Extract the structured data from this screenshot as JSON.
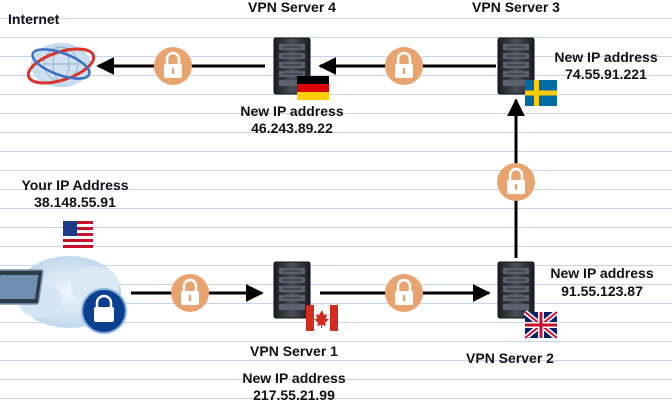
{
  "labels": {
    "internet": "Internet",
    "server4": "VPN Server 4",
    "server3": "VPN Server 3",
    "server2": "VPN Server 2",
    "server1": "VPN Server 1",
    "your_ip_title": "Your IP Address",
    "your_ip": "38.148.55.91",
    "s4_ip_title": "New IP address",
    "s4_ip": "46.243.89.22",
    "s3_ip_title": "New IP address",
    "s3_ip": "74.55.91.221",
    "s2_ip_title": "New IP address",
    "s2_ip": "91.55.123.87",
    "s1_ip_title": "New IP address",
    "s1_ip": "217.55.21.99"
  },
  "flags": {
    "usa": "usa-flag",
    "canada": "canada-flag",
    "uk": "uk-flag",
    "sweden": "sweden-flag",
    "germany": "germany-flag"
  },
  "colors": {
    "lock_circle": "#e9a36f",
    "arrow": "#000000",
    "server_body": "#2b2f36",
    "background_lines": "#c7d3f1"
  }
}
